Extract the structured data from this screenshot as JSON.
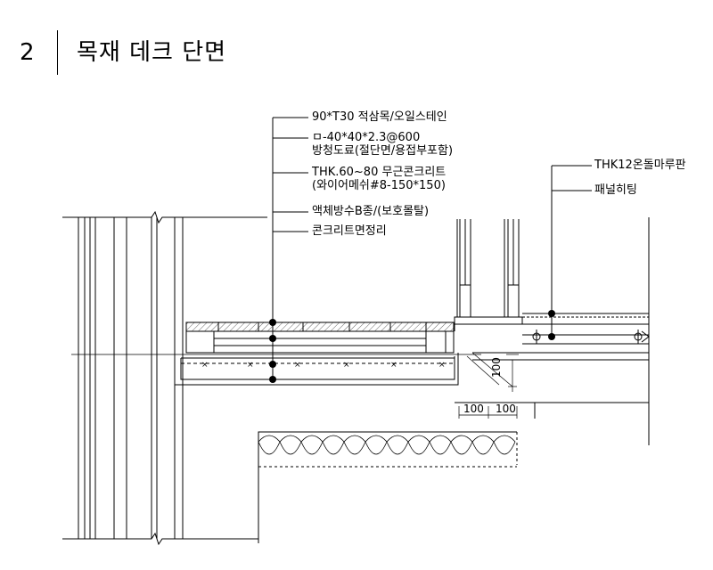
{
  "title": {
    "number": "2",
    "text": "목재 데크 단면"
  },
  "callouts_left": [
    "90*T30 적삼목/오일스테인",
    "ㅁ-40*40*2.3@600",
    "방청도료(절단면/용접부포함)",
    "THK.60~80 무근콘크리트",
    "(와이어메쉬#8-150*150)",
    "액체방수B종/(보호몰탈)",
    "콘크리트면정리"
  ],
  "callouts_right": [
    "THK12온돌마루판",
    "패널히팅"
  ],
  "dimensions": {
    "vertical": "100",
    "horizontal_1": "100",
    "horizontal_2": "100"
  }
}
